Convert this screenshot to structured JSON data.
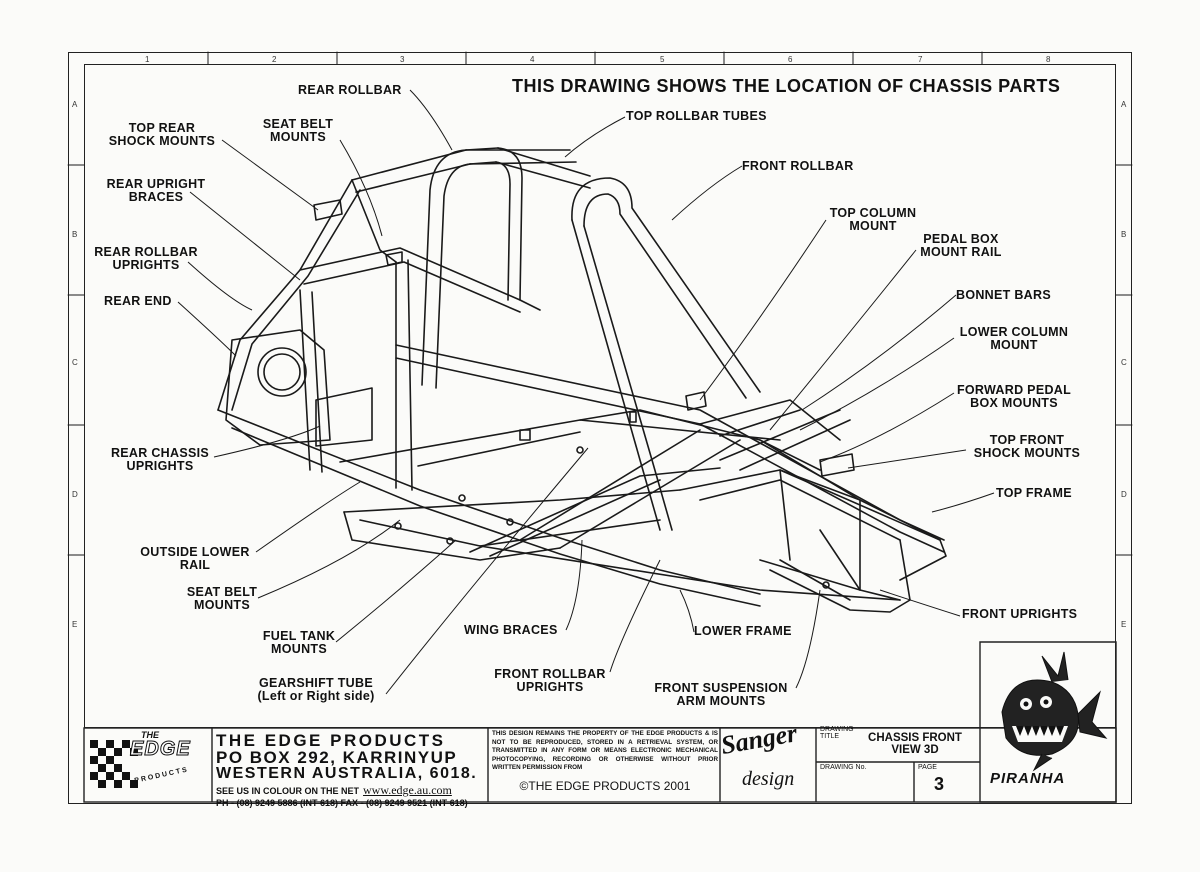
{
  "header": {
    "title": "THIS DRAWING SHOWS THE LOCATION OF CHASSIS PARTS"
  },
  "grid": {
    "columns": [
      "1",
      "2",
      "3",
      "4",
      "5",
      "6",
      "7",
      "8"
    ],
    "rows": [
      "A",
      "B",
      "C",
      "D",
      "E"
    ]
  },
  "callouts": {
    "rear_rollbar": "REAR ROLLBAR",
    "top_rollbar_tubes": "TOP ROLLBAR TUBES",
    "top_rear_shock_mounts": [
      "TOP REAR",
      "SHOCK MOUNTS"
    ],
    "seat_belt_mounts_top": [
      "SEAT BELT",
      "MOUNTS"
    ],
    "front_rollbar": "FRONT ROLLBAR",
    "rear_upright_braces": [
      "REAR UPRIGHT",
      "BRACES"
    ],
    "top_column_mount": [
      "TOP COLUMN",
      "MOUNT"
    ],
    "pedal_box_mount_rail": [
      "PEDAL BOX",
      "MOUNT RAIL"
    ],
    "rear_rollbar_uprights": [
      "REAR ROLLBAR",
      "UPRIGHTS"
    ],
    "rear_end": "REAR END",
    "bonnet_bars": "BONNET BARS",
    "lower_column_mount": [
      "LOWER COLUMN",
      "MOUNT"
    ],
    "forward_pedal_box_mounts": [
      "FORWARD PEDAL",
      "BOX MOUNTS"
    ],
    "rear_chassis_uprights": [
      "REAR CHASSIS",
      "UPRIGHTS"
    ],
    "top_front_shock_mounts": [
      "TOP FRONT",
      "SHOCK MOUNTS"
    ],
    "top_frame": "TOP FRAME",
    "outside_lower_rail": [
      "OUTSIDE LOWER",
      "RAIL"
    ],
    "seat_belt_mounts_bottom": [
      "SEAT BELT",
      "MOUNTS"
    ],
    "front_uprights": "FRONT UPRIGHTS",
    "fuel_tank_mounts": [
      "FUEL TANK",
      "MOUNTS"
    ],
    "wing_braces": "WING BRACES",
    "lower_frame": "LOWER FRAME",
    "gearshift_tube": [
      "GEARSHIFT TUBE",
      "(Left or Right side)"
    ],
    "front_rollbar_uprights": [
      "FRONT ROLLBAR",
      "UPRIGHTS"
    ],
    "front_suspension_arm_mounts": [
      "FRONT SUSPENSION",
      "ARM MOUNTS"
    ]
  },
  "title_block": {
    "logo_the": "THE",
    "logo_word": "EDGE",
    "logo_sub": "PRODUCTS",
    "company_name": "THE EDGE PRODUCTS",
    "po_box": "PO BOX 292, KARRINYUP",
    "location": "WESTERN AUSTRALIA, 6018.",
    "web_prefix": "SEE US IN COLOUR ON THE NET",
    "web_url": "www.edge.au.com",
    "phone_fax": "PH - (08) 9249 5886 (INT 618)   FAX - (08) 9249 9521 (INT 618)",
    "disclaimer": "THIS DESIGN REMAINS THE PROPERTY OF THE EDGE PRODUCTS & IS NOT TO BE REPRODUCED, STORED IN A RETRIEVAL SYSTEM, OR TRANSMITTED IN ANY FORM OR MEANS ELECTRONIC MECHANICAL PHOTOCOPYING, RECORDING OR OTHERWISE WITHOUT PRIOR WRITTEN PERMISSION FROM",
    "copyright": "©THE EDGE PRODUCTS 2001",
    "designer_script": "Sanger",
    "designer_sub": "design",
    "drawing_label": "DRAWING",
    "title_label": "TITLE",
    "drawing_title": [
      "CHASSIS FRONT",
      "VIEW 3D"
    ],
    "drawing_no_label": "DRAWING No.",
    "page_label": "PAGE",
    "page_number": "3",
    "mascot_name": "PIRANHA"
  }
}
